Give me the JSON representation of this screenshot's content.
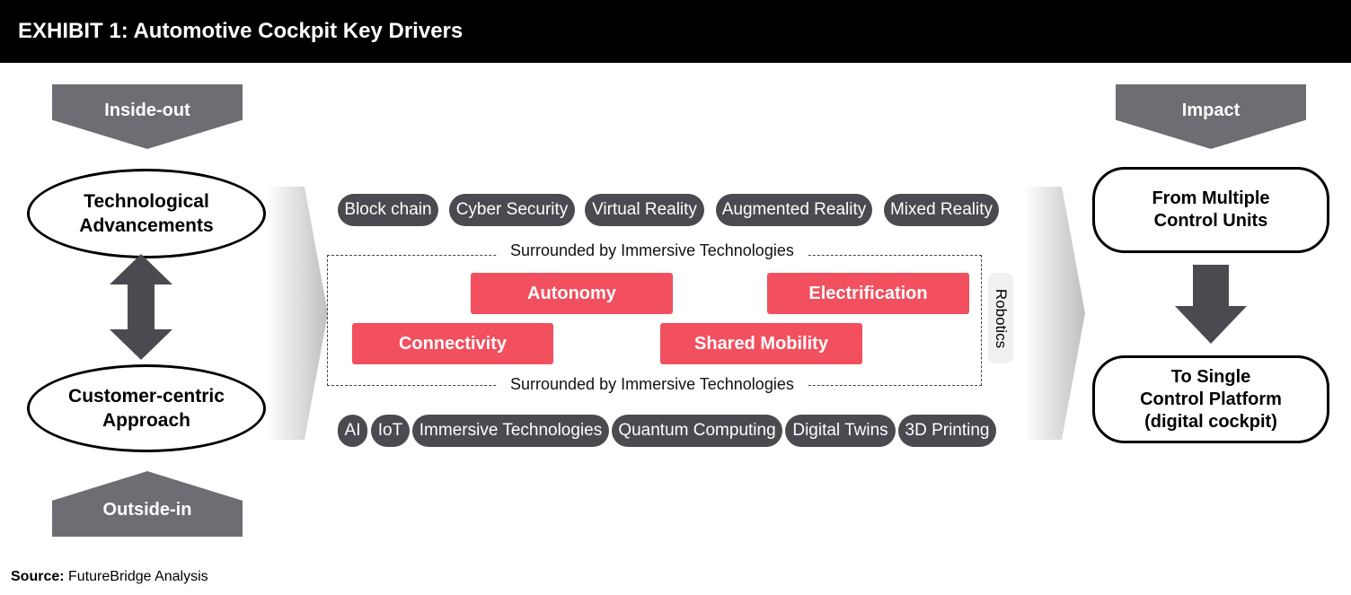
{
  "header": {
    "title": "EXHIBIT 1: Automotive Cockpit Key Drivers"
  },
  "left": {
    "top_chevron": "Inside-out",
    "bottom_chevron": "Outside-in",
    "ellipse_top": [
      "Technological",
      "Advancements"
    ],
    "ellipse_bottom": [
      "Customer-centric",
      "Approach"
    ]
  },
  "center": {
    "top_pills": [
      "Block chain",
      "Cyber Security",
      "Virtual Reality",
      "Augmented Reality",
      "Mixed Reality"
    ],
    "surround_top": "Surrounded by Immersive Technologies",
    "surround_bottom": "Surrounded by Immersive Technologies",
    "drivers": {
      "autonomy": "Autonomy",
      "electrification": "Electrification",
      "connectivity": "Connectivity",
      "shared_mobility": "Shared Mobility"
    },
    "side_label": "Robotics",
    "bottom_pills": [
      "AI",
      "IoT",
      "Immersive Technologies",
      "Quantum Computing",
      "Digital Twins",
      "3D Printing"
    ]
  },
  "right": {
    "chevron": "Impact",
    "from_box": [
      "From Multiple",
      "Control Units"
    ],
    "to_box": [
      "To Single",
      "Control Platform",
      "(digital cockpit)"
    ]
  },
  "source": {
    "label": "Source:",
    "text": "FutureBridge Analysis"
  },
  "colors": {
    "header_bg": "#000000",
    "chevron": "#6d6e73",
    "pill": "#4a4a50",
    "driver": "#f24f5f",
    "arrow": "#4a4a50"
  }
}
